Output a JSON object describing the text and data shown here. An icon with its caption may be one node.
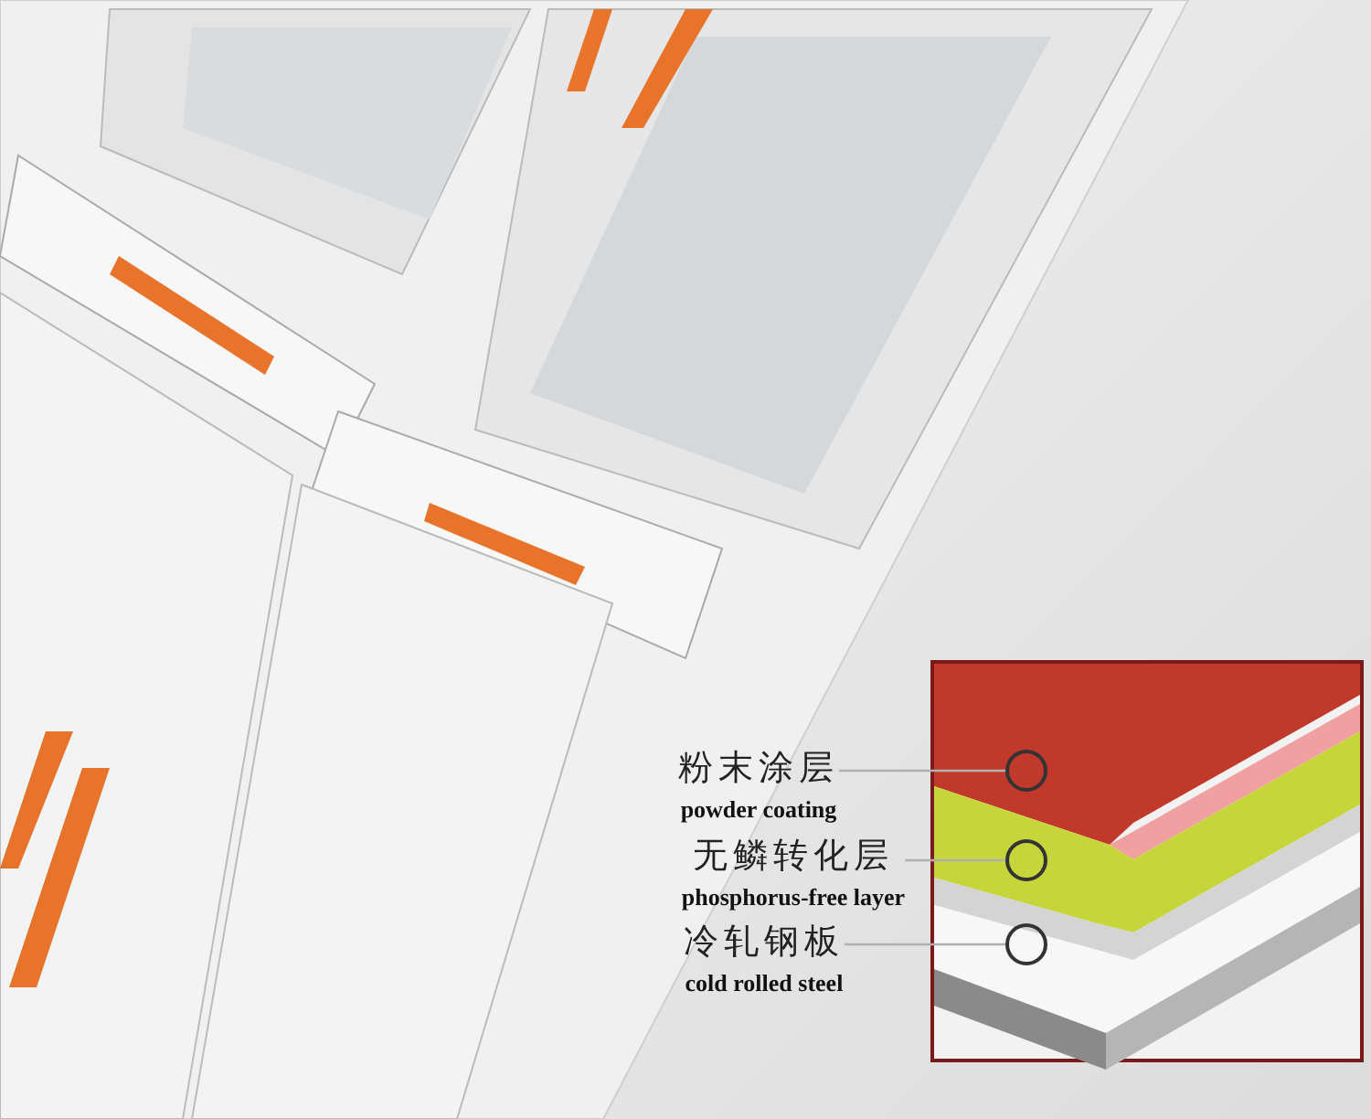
{
  "diagram": {
    "nodes": [
      {
        "text": [
          "粉末涂层",
          "powder coating"
        ]
      },
      {
        "text": [
          "无鳞转化层",
          "phosphorus-free layer"
        ]
      },
      {
        "text": [
          "冷轧钢板",
          "cold rolled steel"
        ]
      },
      {
        "text": [],
        "shape": "circle"
      },
      {
        "text": [],
        "shape": "circle"
      },
      {
        "text": [],
        "shape": "circle"
      }
    ],
    "edges": [
      {
        "from": 0,
        "to": 3,
        "arrow": "none"
      },
      {
        "from": 1,
        "to": 4,
        "arrow": "none"
      },
      {
        "from": 2,
        "to": 5,
        "arrow": "none"
      }
    ]
  }
}
